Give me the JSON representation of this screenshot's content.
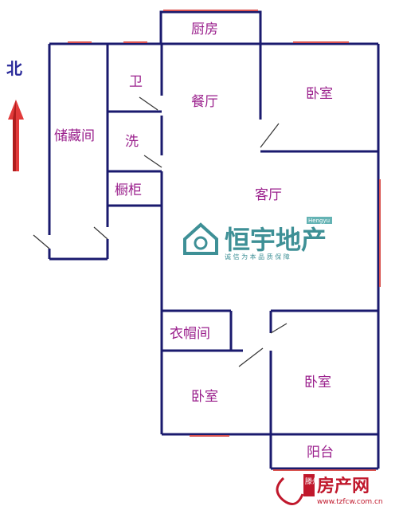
{
  "compass": {
    "label": "北"
  },
  "rooms": {
    "kitchen": "厨房",
    "bathroom": "卫",
    "dining": "餐厅",
    "bedroom_ne": "卧室",
    "storage": "储藏间",
    "laundry": "洗",
    "cabinet": "橱柜",
    "living": "客厅",
    "cloakroom": "衣帽间",
    "bedroom_sw": "卧室",
    "bedroom_se": "卧室",
    "balcony": "阳台"
  },
  "watermark": {
    "brand": "恒宇地产",
    "tag": "Hengyu",
    "slogan": "诚 信 为 本   品 质 保 障"
  },
  "site_logo": {
    "name": "房产网",
    "city": "滕州",
    "url": "www.tzfcw.com.cn"
  },
  "colors": {
    "wall": "#1a1a6e",
    "window": "#d9534f",
    "label": "#9a1f8c",
    "watermark": "#1d7d84",
    "site": "#c0182c"
  }
}
